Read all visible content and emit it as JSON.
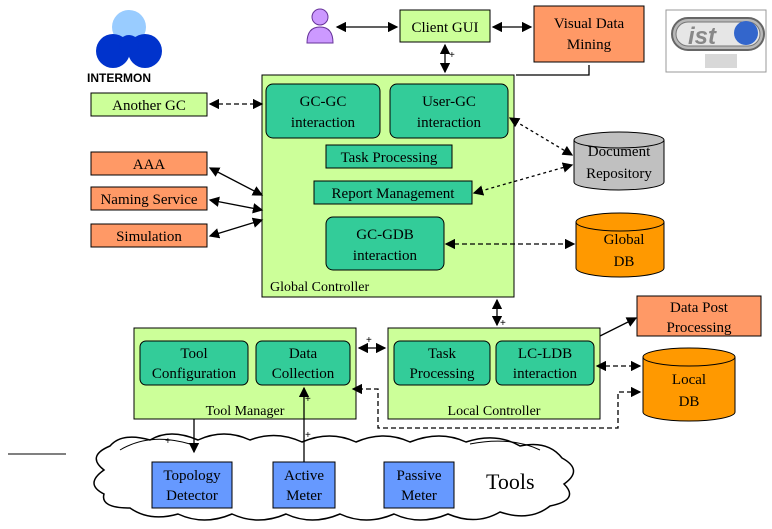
{
  "logos": {
    "intermon": "INTERMON",
    "ist": "ist"
  },
  "top": {
    "client_gui": "Client GUI",
    "visual_data_mining": [
      "Visual Data",
      "Mining"
    ]
  },
  "global_controller": {
    "title": "Global Controller",
    "gc_gc": [
      "GC-GC",
      "interaction"
    ],
    "user_gc": [
      "User-GC",
      "interaction"
    ],
    "task_processing": "Task Processing",
    "report_management": "Report Management",
    "gc_gdb": [
      "GC-GDB",
      "interaction"
    ]
  },
  "left": {
    "another_gc": "Another GC",
    "aaa": "AAA",
    "naming_service": "Naming Service",
    "simulation": "Simulation"
  },
  "right": {
    "document_repository": [
      "Document",
      "Repository"
    ],
    "global_db": [
      "Global",
      "DB"
    ],
    "data_post_processing": [
      "Data Post",
      "Processing"
    ],
    "local_db": [
      "Local",
      "DB"
    ]
  },
  "tool_manager": {
    "title": "Tool Manager",
    "tool_configuration": [
      "Tool",
      "Configuration"
    ],
    "data_collection": [
      "Data",
      "Collection"
    ]
  },
  "local_controller": {
    "title": "Local Controller",
    "task_processing": [
      "Task",
      "Processing"
    ],
    "lc_ldb": [
      "LC-LDB",
      "interaction"
    ]
  },
  "tools": {
    "label": "Tools",
    "topology_detector": [
      "Topology",
      "Detector"
    ],
    "active_meter": [
      "Active",
      "Meter"
    ],
    "passive_meter": [
      "Passive",
      "Meter"
    ]
  },
  "plus_sign": "+",
  "colors": {
    "panel_green": "#ccff99",
    "inner_teal": "#33cc99",
    "salmon": "#ff9966",
    "orange_db": "#ff9900",
    "gray_db": "#c0c0c0",
    "blue_tool": "#6699ff",
    "person": "#cc99ff"
  }
}
